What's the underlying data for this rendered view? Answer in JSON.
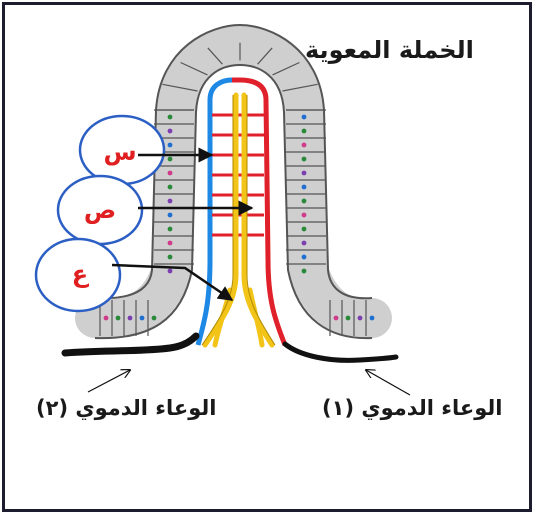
{
  "title": "الخملة المعوية",
  "labels": {
    "circle_1": "س",
    "circle_2": "ص",
    "circle_3": "ع",
    "vessel_1": "الوعاء الدموي (١)",
    "vessel_2": "الوعاء الدموي (٢)"
  },
  "colors": {
    "artery_red": "#e0202a",
    "vein_blue": "#1e88e5",
    "lacteal_yellow": "#f2c418",
    "circle_stroke": "#2c5fc4",
    "label_red": "#e02020",
    "cell_border": "#555555"
  }
}
